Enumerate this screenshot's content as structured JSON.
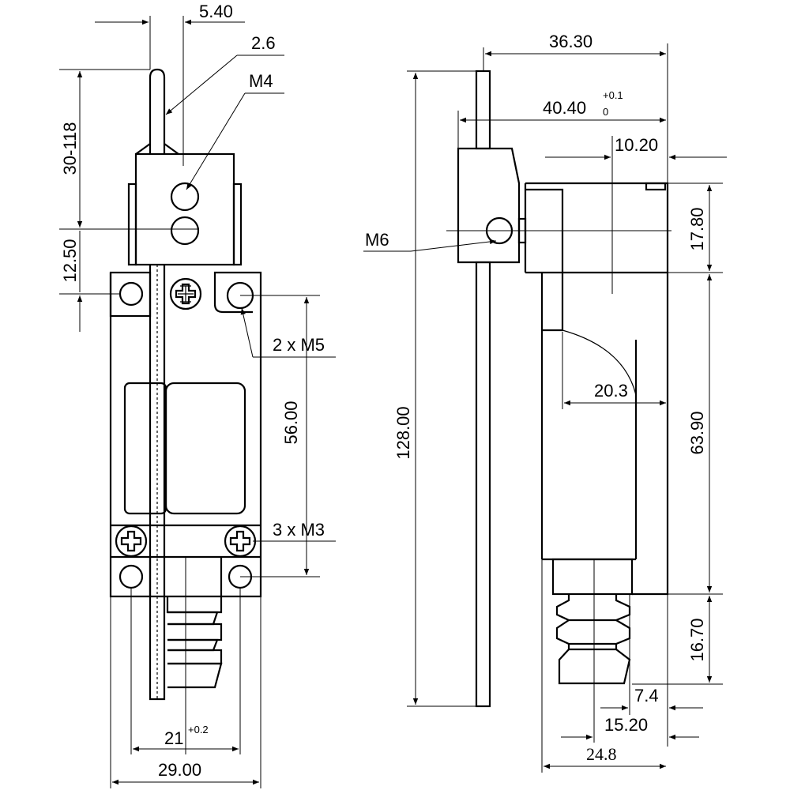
{
  "labels": {
    "dim_5_40": "5.40",
    "dim_2_6": "2.6",
    "thread_m4": "M4",
    "dim_30_118": "30-118",
    "dim_12_50": "12.50",
    "holes_2xm5": "2 x M5",
    "dim_56_00": "56.00",
    "holes_3xm3": "3 x M3",
    "dim_21": "21",
    "tol_21": "+0.2",
    "dim_29_00": "29.00",
    "dim_36_30": "36.30",
    "dim_40_40": "40.40",
    "tol_40_40_upper": "+0.1",
    "tol_40_40_lower": "0",
    "dim_10_20": "10.20",
    "dim_17_80": "17.80",
    "thread_m6": "M6",
    "dim_128_00": "128.00",
    "dim_20_3": "20.3",
    "dim_63_90": "63.90",
    "dim_16_70": "16.70",
    "dim_7_4": "7.4",
    "dim_15_20": "15.20",
    "dim_24_8": "24.8"
  }
}
